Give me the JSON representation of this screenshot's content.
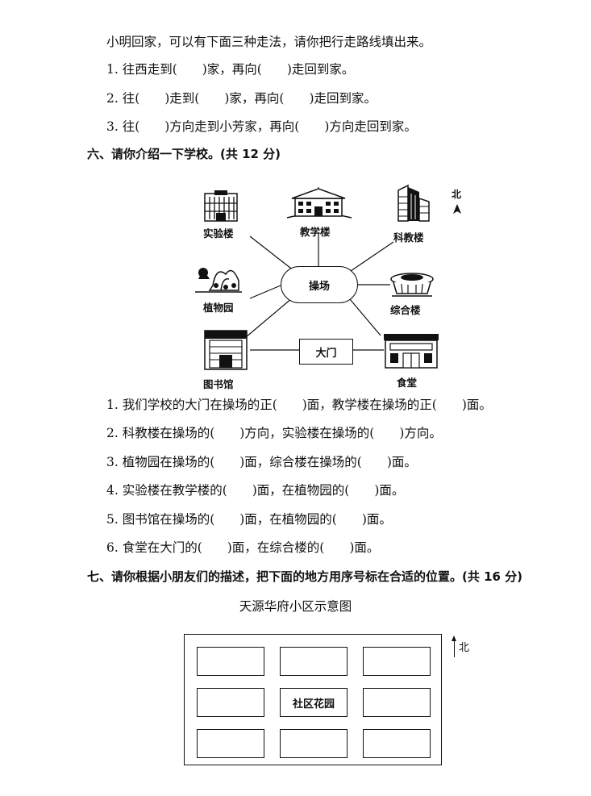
{
  "section5": {
    "intro": "小明回家，可以有下面三种走法，请你把行走路线填出来。",
    "q1": "1. 往西走到(　　)家，再向(　　)走回到家。",
    "q2": "2. 往(　　)走到(　　)家，再向(　　)走回到家。",
    "q3": "3. 往(　　)方向走到小芳家，再向(　　)方向走回到家。"
  },
  "section6": {
    "heading": "六、请你介绍一下学校。(共 12 分)",
    "map": {
      "north": "北",
      "buildings": {
        "lab": "实验楼",
        "teaching": "教学楼",
        "science": "科教楼",
        "garden": "植物园",
        "center": "操场",
        "complex": "综合楼",
        "library": "图书馆",
        "gate": "大门",
        "canteen": "食堂"
      }
    },
    "questions": [
      "1. 我们学校的大门在操场的正(　　)面，教学楼在操场的正(　　)面。",
      "2. 科教楼在操场的(　　)方向，实验楼在操场的(　　)方向。",
      "3. 植物园在操场的(　　)面，综合楼在操场的(　　)面。",
      "4. 实验楼在教学楼的(　　)面，在植物园的(　　)面。",
      "5. 图书馆在操场的(　　)面，在植物园的(　　)面。",
      "6. 食堂在大门的(　　)面，在综合楼的(　　)面。"
    ]
  },
  "section7": {
    "heading": "七、请你根据小朋友们的描述，把下面的地方用序号标在合适的位置。(共 16 分)",
    "map_title": "天源华府小区示意图",
    "north": "北",
    "center_label": "社区花园"
  }
}
